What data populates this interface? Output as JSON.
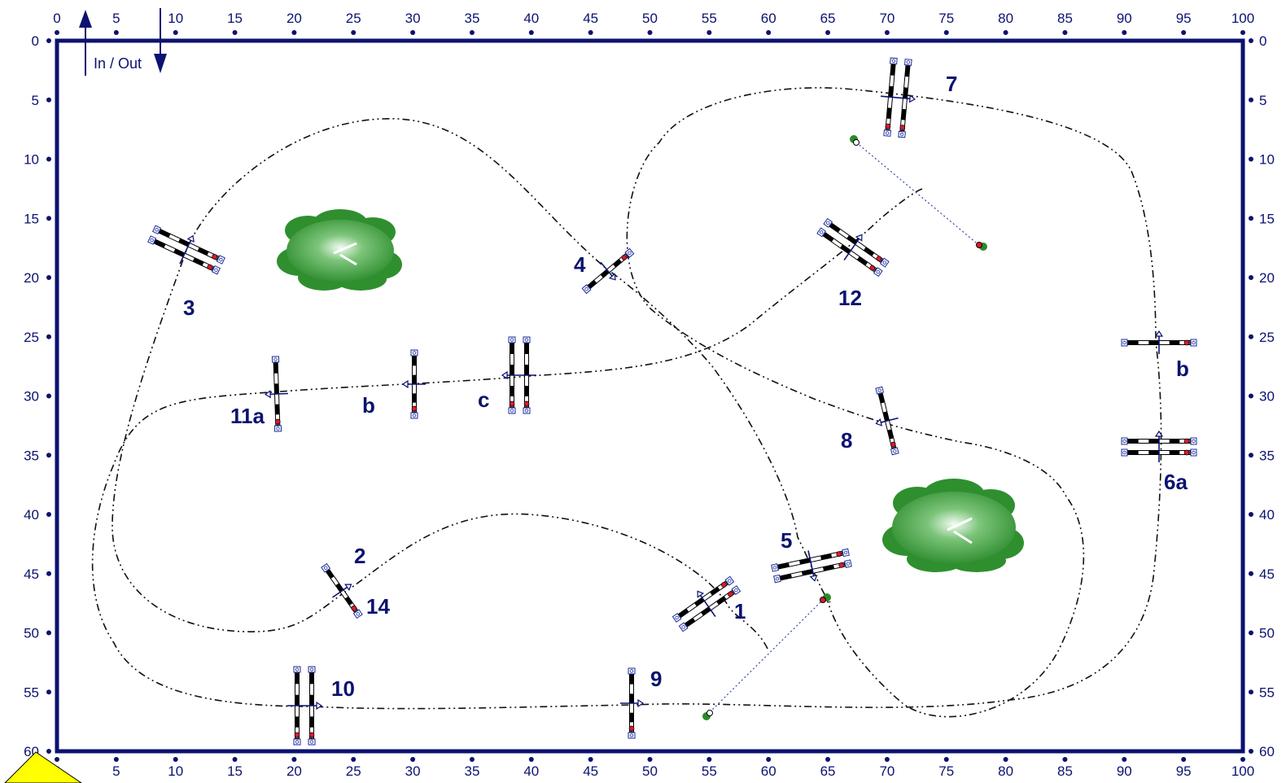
{
  "arena": {
    "x_range": [
      0,
      100
    ],
    "y_range": [
      0,
      60
    ],
    "x_ticks": [
      "0",
      "5",
      "10",
      "15",
      "20",
      "25",
      "30",
      "35",
      "40",
      "45",
      "50",
      "55",
      "60",
      "65",
      "70",
      "75",
      "80",
      "85",
      "90",
      "95",
      "100"
    ],
    "y_ticks": [
      "0",
      "5",
      "10",
      "15",
      "20",
      "25",
      "30",
      "35",
      "40",
      "45",
      "50",
      "55",
      "60"
    ],
    "border_color": "#0b1270",
    "path_color": "#111111"
  },
  "entry": {
    "label": "In / Out"
  },
  "obstacle_labels": [
    {
      "id": "1",
      "text": "1"
    },
    {
      "id": "2",
      "text": "2"
    },
    {
      "id": "3",
      "text": "3"
    },
    {
      "id": "4",
      "text": "4"
    },
    {
      "id": "5",
      "text": "5"
    },
    {
      "id": "6a",
      "text": "6a"
    },
    {
      "id": "6b",
      "text": "b"
    },
    {
      "id": "7",
      "text": "7"
    },
    {
      "id": "8",
      "text": "8"
    },
    {
      "id": "9",
      "text": "9"
    },
    {
      "id": "10",
      "text": "10"
    },
    {
      "id": "11a",
      "text": "11a"
    },
    {
      "id": "11b",
      "text": "b"
    },
    {
      "id": "11c",
      "text": "c"
    },
    {
      "id": "12",
      "text": "12"
    },
    {
      "id": "14",
      "text": "14"
    }
  ],
  "icons": {
    "jump": "show-jump-icon",
    "bush": "bush-icon",
    "flag": "start-finish-flag-icon"
  }
}
